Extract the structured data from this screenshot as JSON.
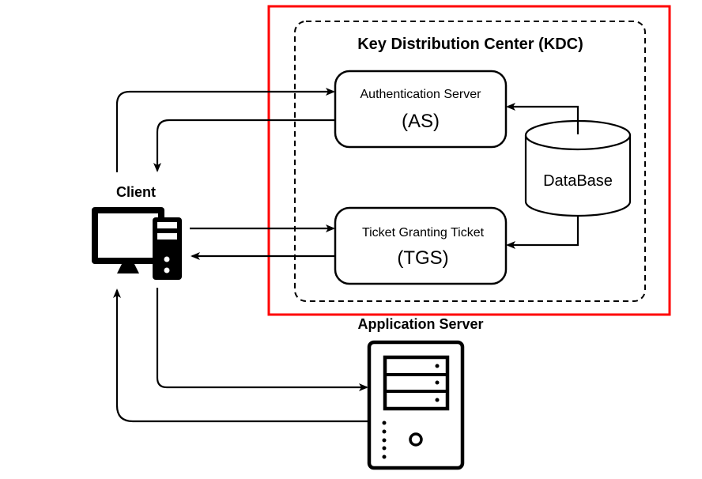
{
  "diagram": {
    "kdc": {
      "title": "Key Distribution Center (KDC)",
      "highlight_color": "#ff0000"
    },
    "authentication_server": {
      "name": "Authentication Server",
      "abbr": "(AS)"
    },
    "ticket_granting": {
      "name": "Ticket Granting Ticket",
      "abbr": "(TGS)"
    },
    "database": {
      "label": "DataBase"
    },
    "client": {
      "label": "Client",
      "icon": "desktop-computer-icon"
    },
    "application_server": {
      "label": "Application Server",
      "icon": "server-tower-icon"
    },
    "flows": [
      {
        "from": "client",
        "to": "authentication_server"
      },
      {
        "from": "authentication_server",
        "to": "client"
      },
      {
        "from": "client",
        "to": "ticket_granting"
      },
      {
        "from": "ticket_granting",
        "to": "client"
      },
      {
        "from": "database",
        "to": "authentication_server"
      },
      {
        "from": "database",
        "to": "ticket_granting"
      },
      {
        "from": "client",
        "to": "application_server"
      },
      {
        "from": "application_server",
        "to": "client"
      }
    ]
  }
}
